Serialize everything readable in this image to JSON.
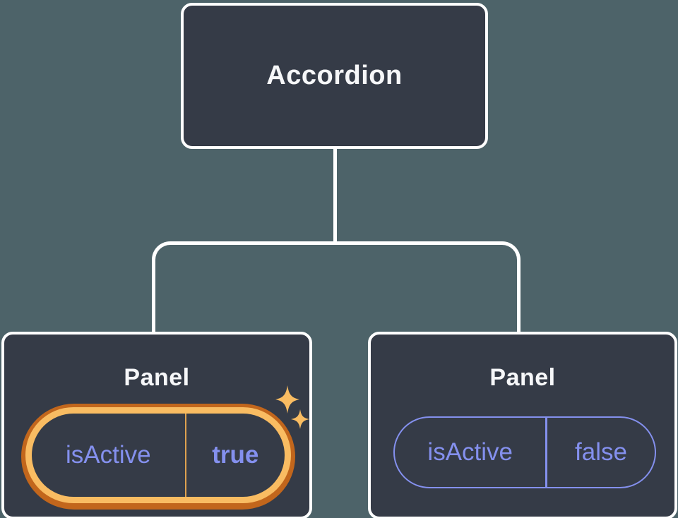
{
  "diagram": {
    "root": {
      "label": "Accordion"
    },
    "panels": [
      {
        "label": "Panel",
        "prop": {
          "name": "isActive",
          "value": "true"
        },
        "highlighted": true,
        "decoration": "sparkle-icons"
      },
      {
        "label": "Panel",
        "prop": {
          "name": "isActive",
          "value": "false"
        },
        "highlighted": false
      }
    ]
  },
  "icons": {
    "sparkle_large": "sparkle-icon",
    "sparkle_small": "sparkle-icon"
  },
  "colors": {
    "background": "#4d6369",
    "box_bg": "#353b47",
    "box_border": "#ffffff",
    "title_text": "#f6f7f9",
    "purple": "#8490ee",
    "orange_dark": "#c2661c",
    "orange_light": "#f9bc62",
    "orange_divider": "#dfa14f",
    "connector": "#ffffff"
  }
}
